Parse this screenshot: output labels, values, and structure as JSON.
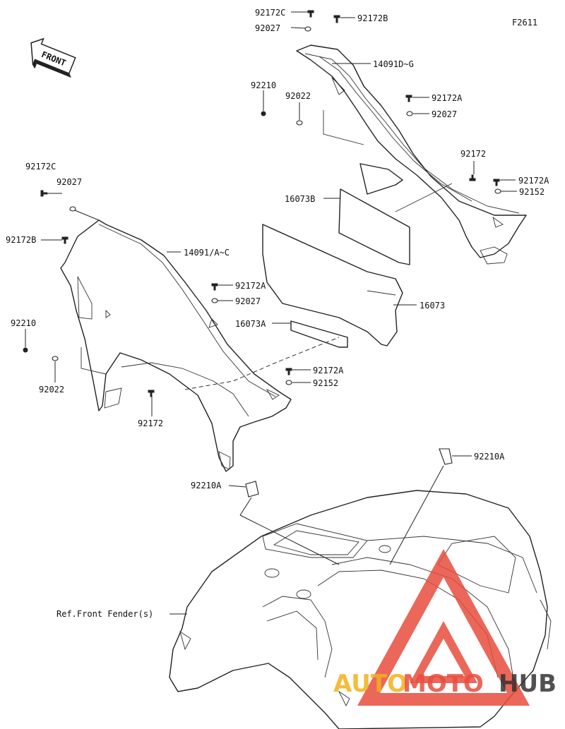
{
  "figure_code": "F2611",
  "front_label": "FRONT",
  "ref_label": "Ref.Front Fender(s)",
  "watermark": {
    "auto": "AUTO",
    "moto": "MOTO",
    "hub": "HUB",
    "accent_color": "#e84c3d",
    "gold_color": "#f2b21b",
    "dark_color": "#333333"
  },
  "parts": [
    "92172C",
    "92027",
    "92172B",
    "14091D~G",
    "92210",
    "92022",
    "92172A",
    "92027",
    "92172",
    "92172A",
    "92152",
    "16073B",
    "92172C",
    "92027",
    "92172B",
    "14091/A~C",
    "92172A",
    "92027",
    "16073",
    "16073A",
    "92210",
    "92022",
    "92172A",
    "92152",
    "92172",
    "92210A",
    "92210A"
  ]
}
